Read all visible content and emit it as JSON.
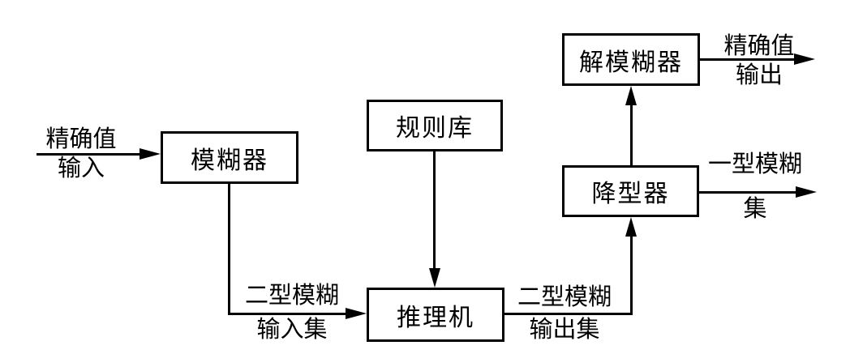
{
  "colors": {
    "stroke": "#000000",
    "background": "#ffffff"
  },
  "boxes": {
    "fuzzifier": {
      "label": "模糊器"
    },
    "rule_base": {
      "label": "规则库"
    },
    "inference_engine": {
      "label": "推理机"
    },
    "type_reducer": {
      "label": "降型器"
    },
    "defuzzifier": {
      "label": "解模糊器"
    }
  },
  "edge_labels": {
    "crisp_input": {
      "line1": "精确值",
      "line2": "输入"
    },
    "type2_input_set": {
      "line1": "二型模糊",
      "line2": "输入集"
    },
    "type2_output_set": {
      "line1": "二型模糊",
      "line2": "输出集"
    },
    "type1_fuzzy_set": {
      "line1": "一型模糊",
      "line2": "集"
    },
    "crisp_output": {
      "line1": "精确值",
      "line2": "输出"
    }
  }
}
